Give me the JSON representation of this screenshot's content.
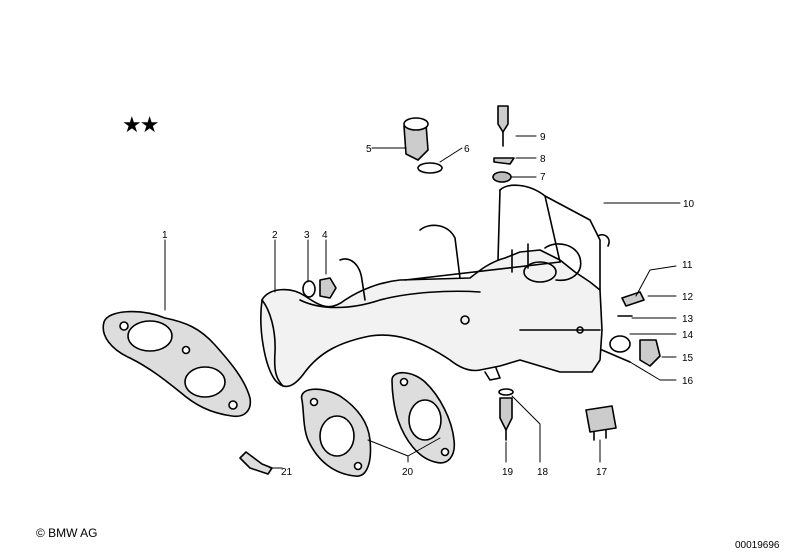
{
  "header": {
    "stars": "★★"
  },
  "callouts": [
    "1",
    "2",
    "3",
    "4",
    "5",
    "6",
    "7",
    "8",
    "9",
    "10",
    "11",
    "12",
    "13",
    "14",
    "15",
    "16",
    "17",
    "18",
    "19",
    "20",
    "21"
  ],
  "footer": {
    "copyright": "© BMW AG",
    "doc_id": "00019696"
  }
}
